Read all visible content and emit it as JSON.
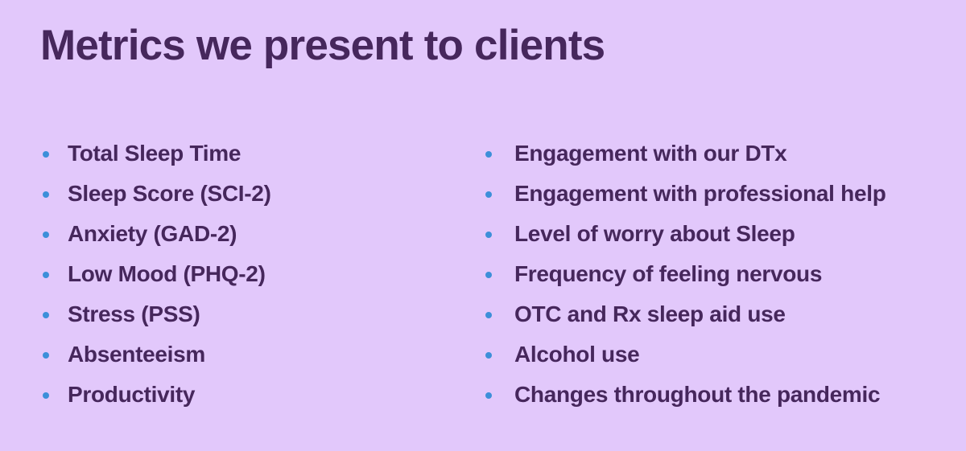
{
  "slide": {
    "title": "Metrics we present to clients",
    "background_color": "#e2c8fb",
    "text_color": "#46275c",
    "bullet_color": "#3d8fd9",
    "columns": [
      {
        "name": "left",
        "items": [
          "Total Sleep Time",
          "Sleep Score (SCI-2)",
          "Anxiety (GAD-2)",
          "Low Mood (PHQ-2)",
          "Stress (PSS)",
          "Absenteeism",
          "Productivity"
        ]
      },
      {
        "name": "right",
        "items": [
          "Engagement with our DTx",
          "Engagement with professional help",
          "Level of worry about Sleep",
          "Frequency of feeling nervous",
          "OTC and Rx sleep aid use",
          "Alcohol use",
          "Changes throughout the pandemic"
        ]
      }
    ]
  }
}
